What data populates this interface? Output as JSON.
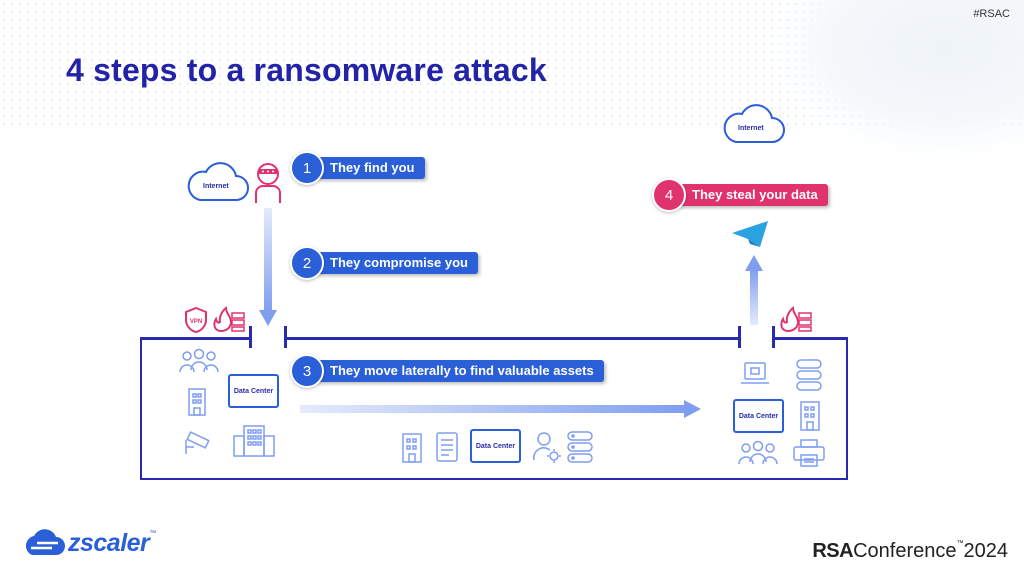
{
  "header": {
    "hashtag": "#RSAC",
    "title": "4 steps to a ransomware attack"
  },
  "steps": [
    {
      "number": "1",
      "label": "They find you"
    },
    {
      "number": "2",
      "label": "They compromise you"
    },
    {
      "number": "3",
      "label": "They move laterally to find valuable assets"
    },
    {
      "number": "4",
      "label": "They steal your data"
    }
  ],
  "clouds": {
    "left": "Internet",
    "right": "Internet"
  },
  "data_center_label": "Data Center",
  "vpn_label": "VPN",
  "colors": {
    "title": "#2323a8",
    "step_blue": "#2a5fd8",
    "step_pink": "#e0336e",
    "box": "#2a2ab0",
    "threat": "#e0336e"
  },
  "footer": {
    "brand": "zscaler",
    "brand_tm": "™",
    "conf_bold": "RSA",
    "conf_rest": "Conference",
    "conf_tm": "™",
    "conf_year": "2024"
  }
}
